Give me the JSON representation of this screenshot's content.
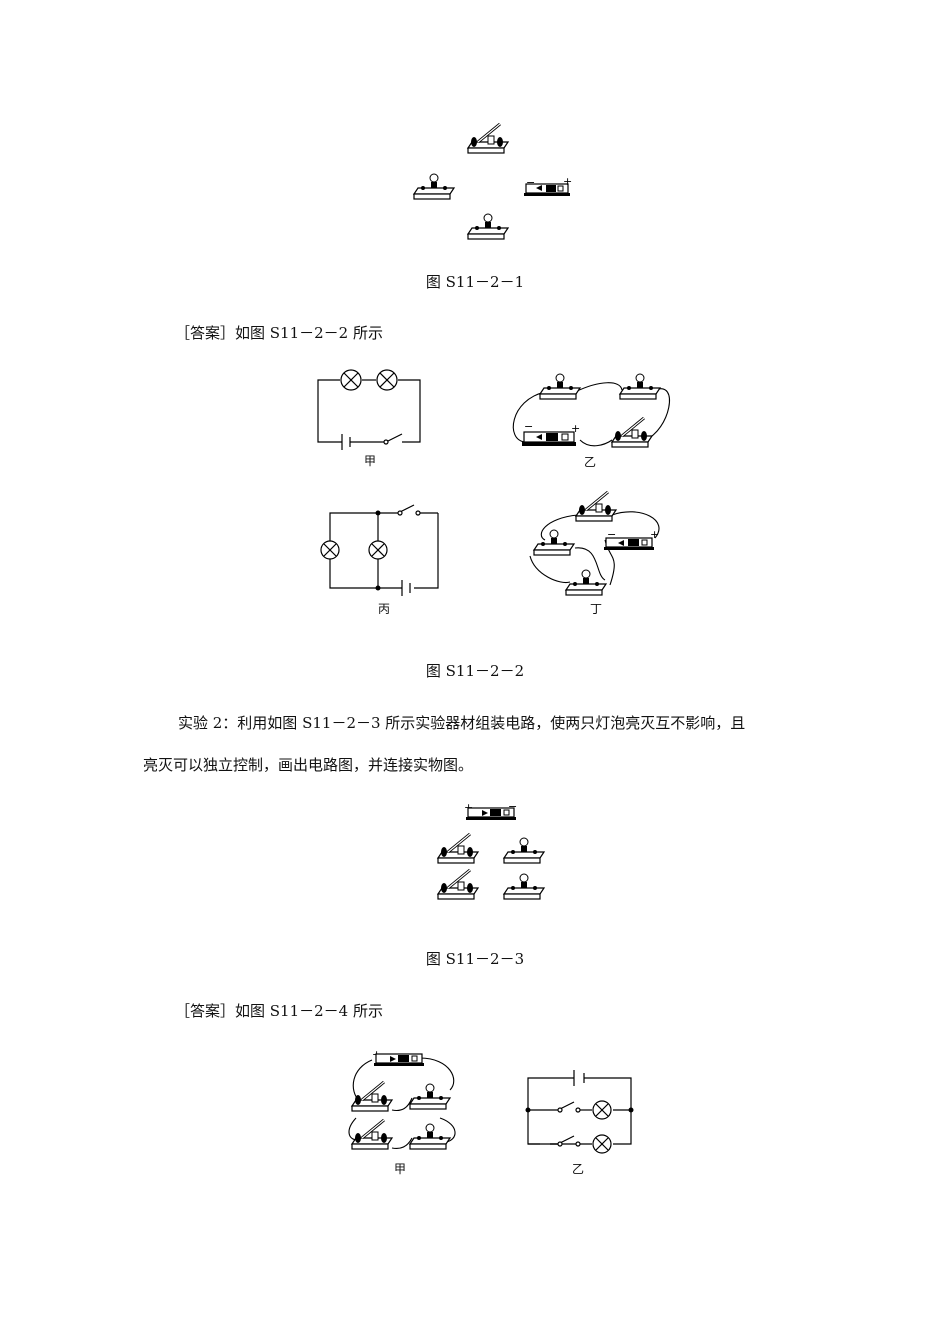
{
  "figure1": {
    "caption": "图 S11－2－1",
    "battery_neg": "−",
    "battery_pos": "+"
  },
  "answer1": {
    "text": "［答案］如图 S11－2－2 所示"
  },
  "figure2": {
    "caption": "图 S11－2－2",
    "labels": {
      "jia": "甲",
      "yi": "乙",
      "bing": "丙",
      "ding": "丁"
    },
    "battery_neg": "−",
    "battery_pos": "+"
  },
  "experiment2": {
    "line1": "实验 2：利用如图 S11－2－3 所示实验器材组装电路，使两只灯泡亮灭互不影响，且",
    "line2": "亮灭可以独立控制，画出电路图，并连接实物图。"
  },
  "figure3": {
    "caption": "图 S11－2－3",
    "battery_pos": "+",
    "battery_neg": "−"
  },
  "answer2": {
    "text": "［答案］如图 S11－2－4 所示"
  },
  "figure4": {
    "labels": {
      "jia": "甲",
      "yi": "乙"
    },
    "battery_pos": "+",
    "battery_neg": "−"
  }
}
